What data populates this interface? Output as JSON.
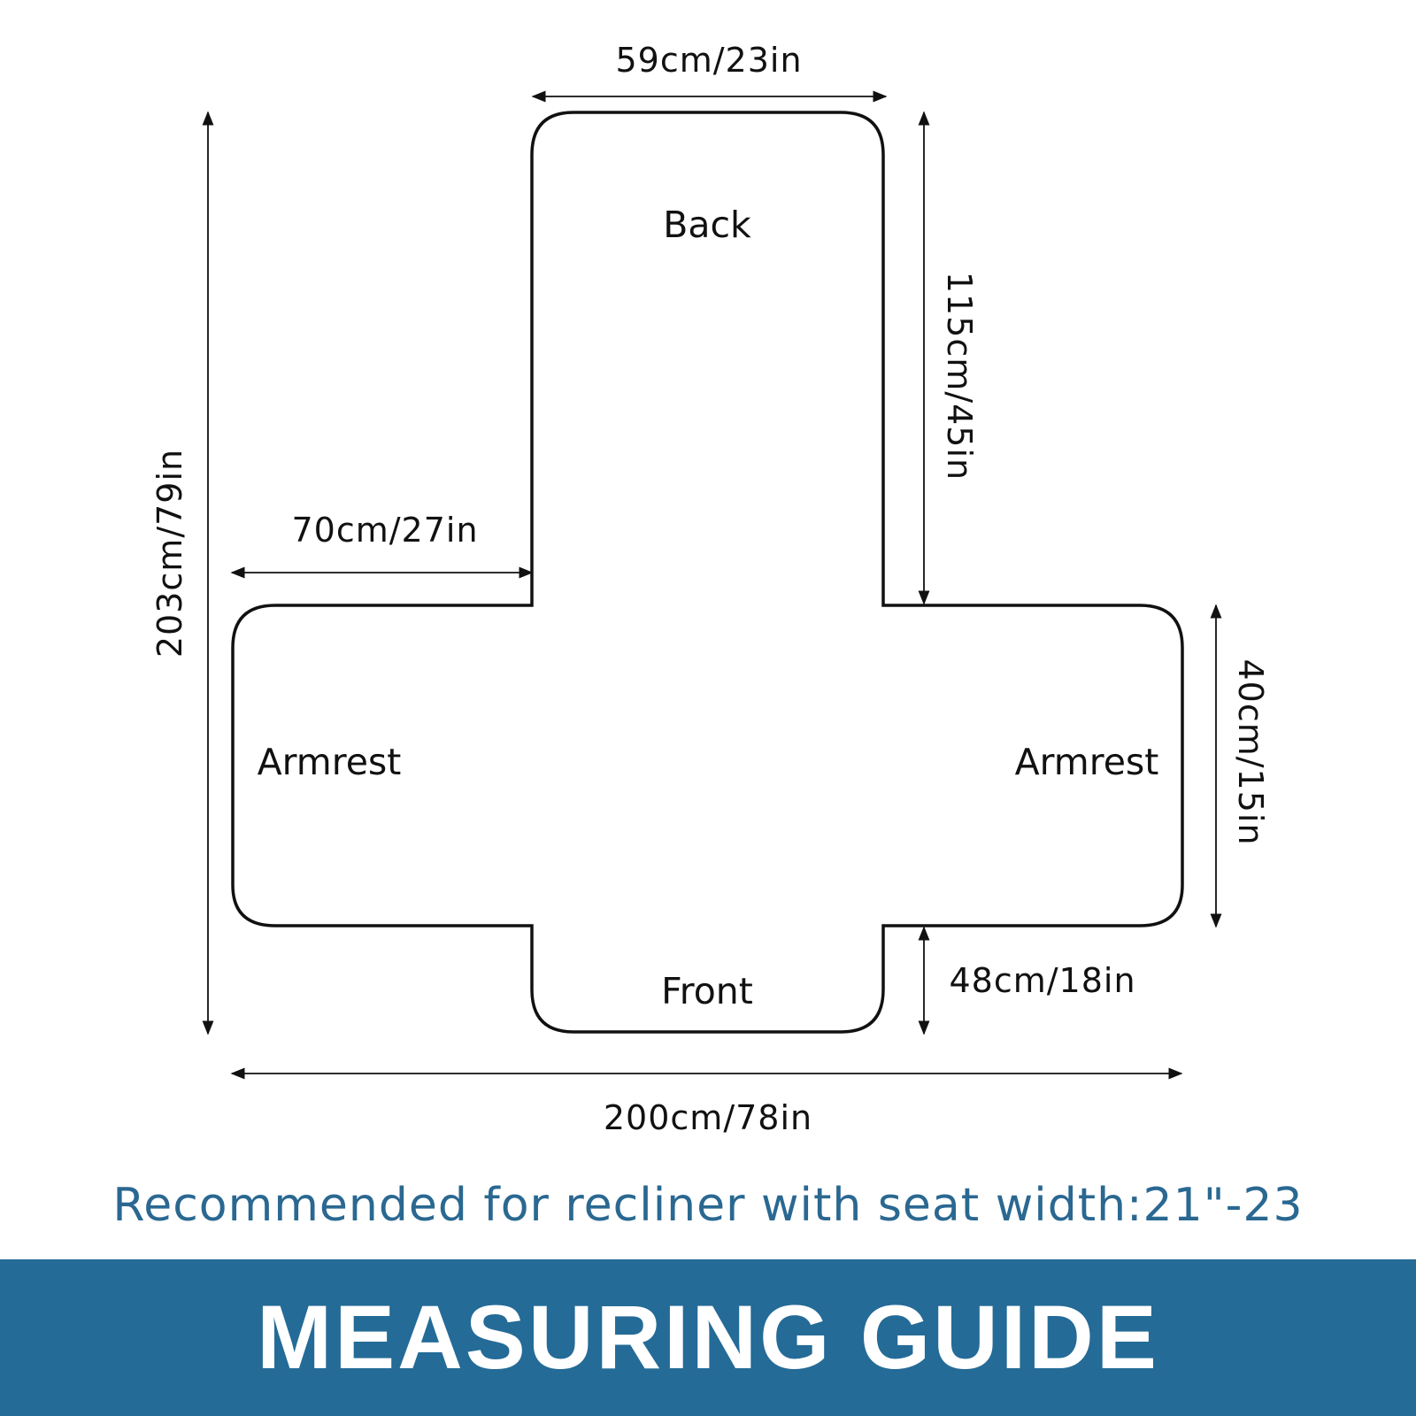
{
  "diagram": {
    "regions": {
      "back": "Back",
      "armrest_left": "Armrest",
      "armrest_right": "Armrest",
      "front": "Front"
    },
    "dimensions": {
      "back_width": "59cm/23in",
      "back_height": "115cm/45in",
      "total_height": "203cm/79in",
      "armrest_width": "70cm/27in",
      "armrest_height": "40cm/15in",
      "front_height": "48cm/18in",
      "total_width": "200cm/78in"
    }
  },
  "recommendation": "Recommended for recliner with seat width:21\"-23",
  "banner": {
    "title": "MEASURING GUIDE",
    "color": "#246b97"
  },
  "colors": {
    "outline": "#111111",
    "text_accent": "#2a6891"
  }
}
